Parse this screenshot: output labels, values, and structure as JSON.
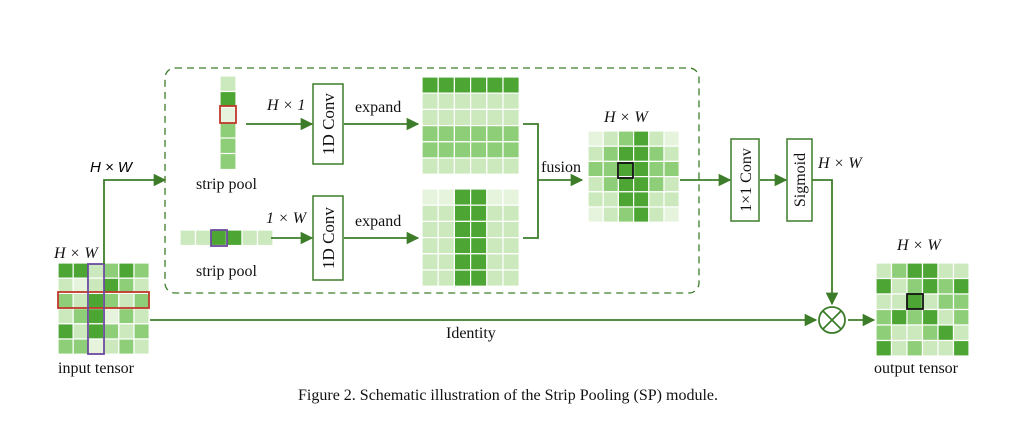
{
  "caption": "Figure 2.  Schematic illustration of the Strip Pooling (SP) module.",
  "labels": {
    "hw_branch": "H × W",
    "hw_input": "H × W",
    "h1": "H × 1",
    "w1": "1 × W",
    "conv1d_top": "1D Conv",
    "conv1d_bottom": "1D Conv",
    "expand_top": "expand",
    "expand_bottom": "expand",
    "strip_pool_top": "strip pool",
    "strip_pool_bottom": "strip pool",
    "fusion": "fusion",
    "hw_fusion": "H × W",
    "conv1x1": "1×1 Conv",
    "sigmoid": "Sigmoid",
    "hw_sigmoid": "H × W",
    "hw_output": "H × W",
    "identity": "Identity",
    "input_tensor": "input tensor",
    "output_tensor": "output tensor"
  },
  "colors": {
    "green_dark": "#4da534",
    "green_mid": "#8fce78",
    "green_light": "#cbe9bd",
    "green_pale": "#e6f4dd",
    "arrow": "#3d7d2a",
    "highlight_red": "#c0392b",
    "highlight_purple": "#6b4a9e",
    "highlight_black": "#111111"
  },
  "grids": {
    "input": [
      [
        3,
        3,
        1,
        2,
        3,
        2
      ],
      [
        1,
        0,
        1,
        3,
        2,
        1
      ],
      [
        2,
        1,
        3,
        2,
        1,
        2
      ],
      [
        1,
        2,
        3,
        0,
        2,
        1
      ],
      [
        3,
        1,
        3,
        2,
        1,
        2
      ],
      [
        2,
        2,
        0,
        1,
        2,
        1
      ]
    ],
    "strip_v": [
      1,
      3,
      0,
      2,
      2,
      2
    ],
    "strip_h": [
      1,
      1,
      3,
      3,
      1,
      1
    ],
    "expand_top": [
      [
        3,
        3,
        3,
        3,
        3,
        3
      ],
      [
        1,
        1,
        1,
        1,
        1,
        1
      ],
      [
        1,
        1,
        1,
        1,
        1,
        1
      ],
      [
        2,
        2,
        2,
        2,
        2,
        2
      ],
      [
        2,
        2,
        2,
        2,
        2,
        2
      ],
      [
        1,
        1,
        1,
        1,
        1,
        1
      ]
    ],
    "expand_bottom": [
      [
        0,
        0,
        3,
        3,
        0,
        0
      ],
      [
        1,
        1,
        3,
        3,
        1,
        1
      ],
      [
        1,
        1,
        3,
        3,
        1,
        1
      ],
      [
        1,
        1,
        3,
        3,
        1,
        1
      ],
      [
        1,
        1,
        3,
        3,
        1,
        1
      ],
      [
        1,
        1,
        3,
        3,
        1,
        1
      ]
    ],
    "fusion": [
      [
        0,
        1,
        2,
        3,
        1,
        0
      ],
      [
        1,
        2,
        3,
        3,
        2,
        1
      ],
      [
        2,
        2,
        3,
        3,
        2,
        2
      ],
      [
        1,
        2,
        3,
        3,
        2,
        1
      ],
      [
        1,
        1,
        3,
        3,
        1,
        1
      ],
      [
        0,
        1,
        2,
        3,
        1,
        0
      ]
    ],
    "output": [
      [
        1,
        2,
        3,
        3,
        1,
        1
      ],
      [
        3,
        1,
        2,
        3,
        2,
        3
      ],
      [
        1,
        1,
        3,
        1,
        2,
        2
      ],
      [
        2,
        3,
        2,
        3,
        1,
        2
      ],
      [
        2,
        1,
        1,
        2,
        3,
        1
      ],
      [
        3,
        1,
        2,
        1,
        1,
        3
      ]
    ]
  }
}
